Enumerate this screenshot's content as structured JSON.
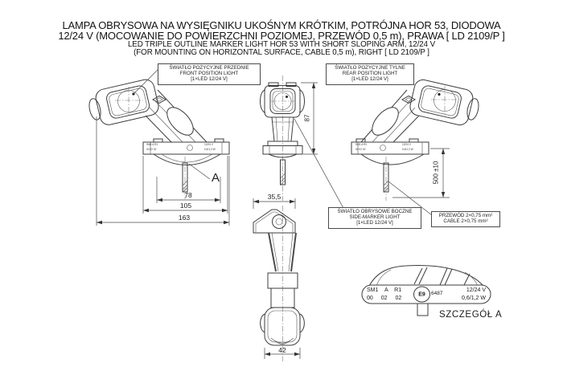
{
  "title": {
    "pl_line1": "LAMPA OBRYSOWA NA WYSIĘGNIKU UKOŚNYM KRÓTKIM, POTRÓJNA HOR 53, DIODOWA",
    "pl_line2": "12/24 V (MOCOWANIE DO POWIERZCHNI POZIOMEJ, PRZEWÓD 0,5 m), PRAWA [ LD 2109/P ]",
    "en_line1": "LED TRIPLE OUTLINE MARKER LIGHT HOR 53 WITH SHORT SLOPING ARM, 12/24 V",
    "en_line2": "(FOR MOUNTING ON HORIZONTAL SURFACE, CABLE 0,5 m), RIGHT [ LD 2109/P ]"
  },
  "callouts": {
    "front": {
      "pl": "ŚWIATŁO POZYCYJNE PRZEDNIE",
      "en": "FRONT POSITION LIGHT",
      "spec": "[1×LED 12/24 V]"
    },
    "rear": {
      "pl": "ŚWIATŁO POZYCYJNE TYLNE",
      "en": "REAR POSITION LIGHT",
      "spec": "[1×LED 12/24 V]"
    },
    "side": {
      "pl": "ŚWIATŁO OBRYSOWE BOCZNE",
      "en": "SIDE-MARKER LIGHT",
      "spec": "[1×LED 12/24 V]"
    },
    "cable": {
      "pl": "PRZEWÓD 2×0,75 mm²",
      "en": "CABLE 2×0,75 mm²"
    }
  },
  "dims": {
    "lens_width": "78",
    "base_width": "105",
    "overall_width": "163",
    "head_width": "35,5",
    "height": "87",
    "cable_length": "500 ±10",
    "head_depth": "42"
  },
  "detail": {
    "label": "SZCZEGÓŁ A",
    "callout_letter": "A",
    "plate": {
      "row1": "SM1  A  R1",
      "row2": "00  02  02",
      "e_mark": "E9",
      "approval_number": "6487",
      "voltage": "12/24 V",
      "power": "0,6/1,2 W"
    }
  }
}
